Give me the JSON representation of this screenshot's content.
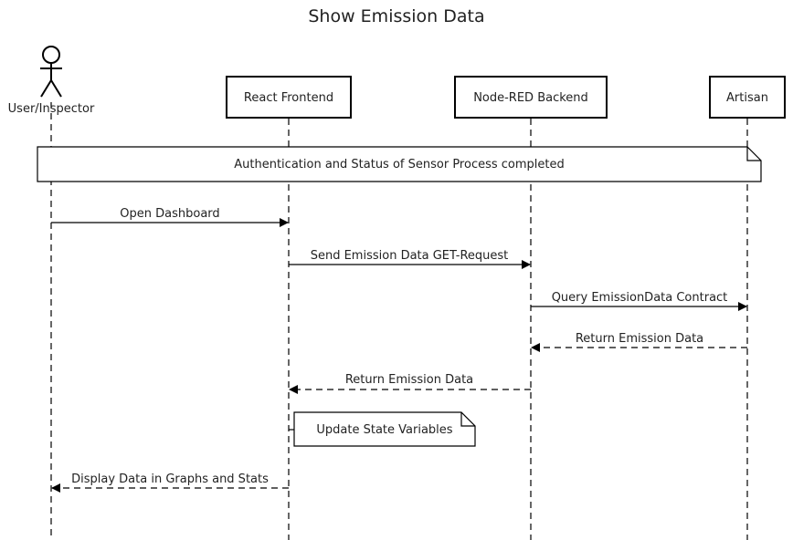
{
  "title": "Show Emission Data",
  "participants": {
    "user": "User/Inspector",
    "frontend": "React Frontend",
    "backend": "Node-RED Backend",
    "artisan": "Artisan"
  },
  "notes": {
    "auth_status": "Authentication and Status of Sensor Process completed",
    "update_state": "Update State Variables"
  },
  "messages": {
    "open_dashboard": "Open Dashboard",
    "get_request": "Send Emission Data GET-Request",
    "query_contract": "Query EmissionData Contract",
    "return_backend": "Return Emission Data",
    "return_frontend": "Return Emission Data",
    "display_data": "Display Data in Graphs and Stats"
  }
}
